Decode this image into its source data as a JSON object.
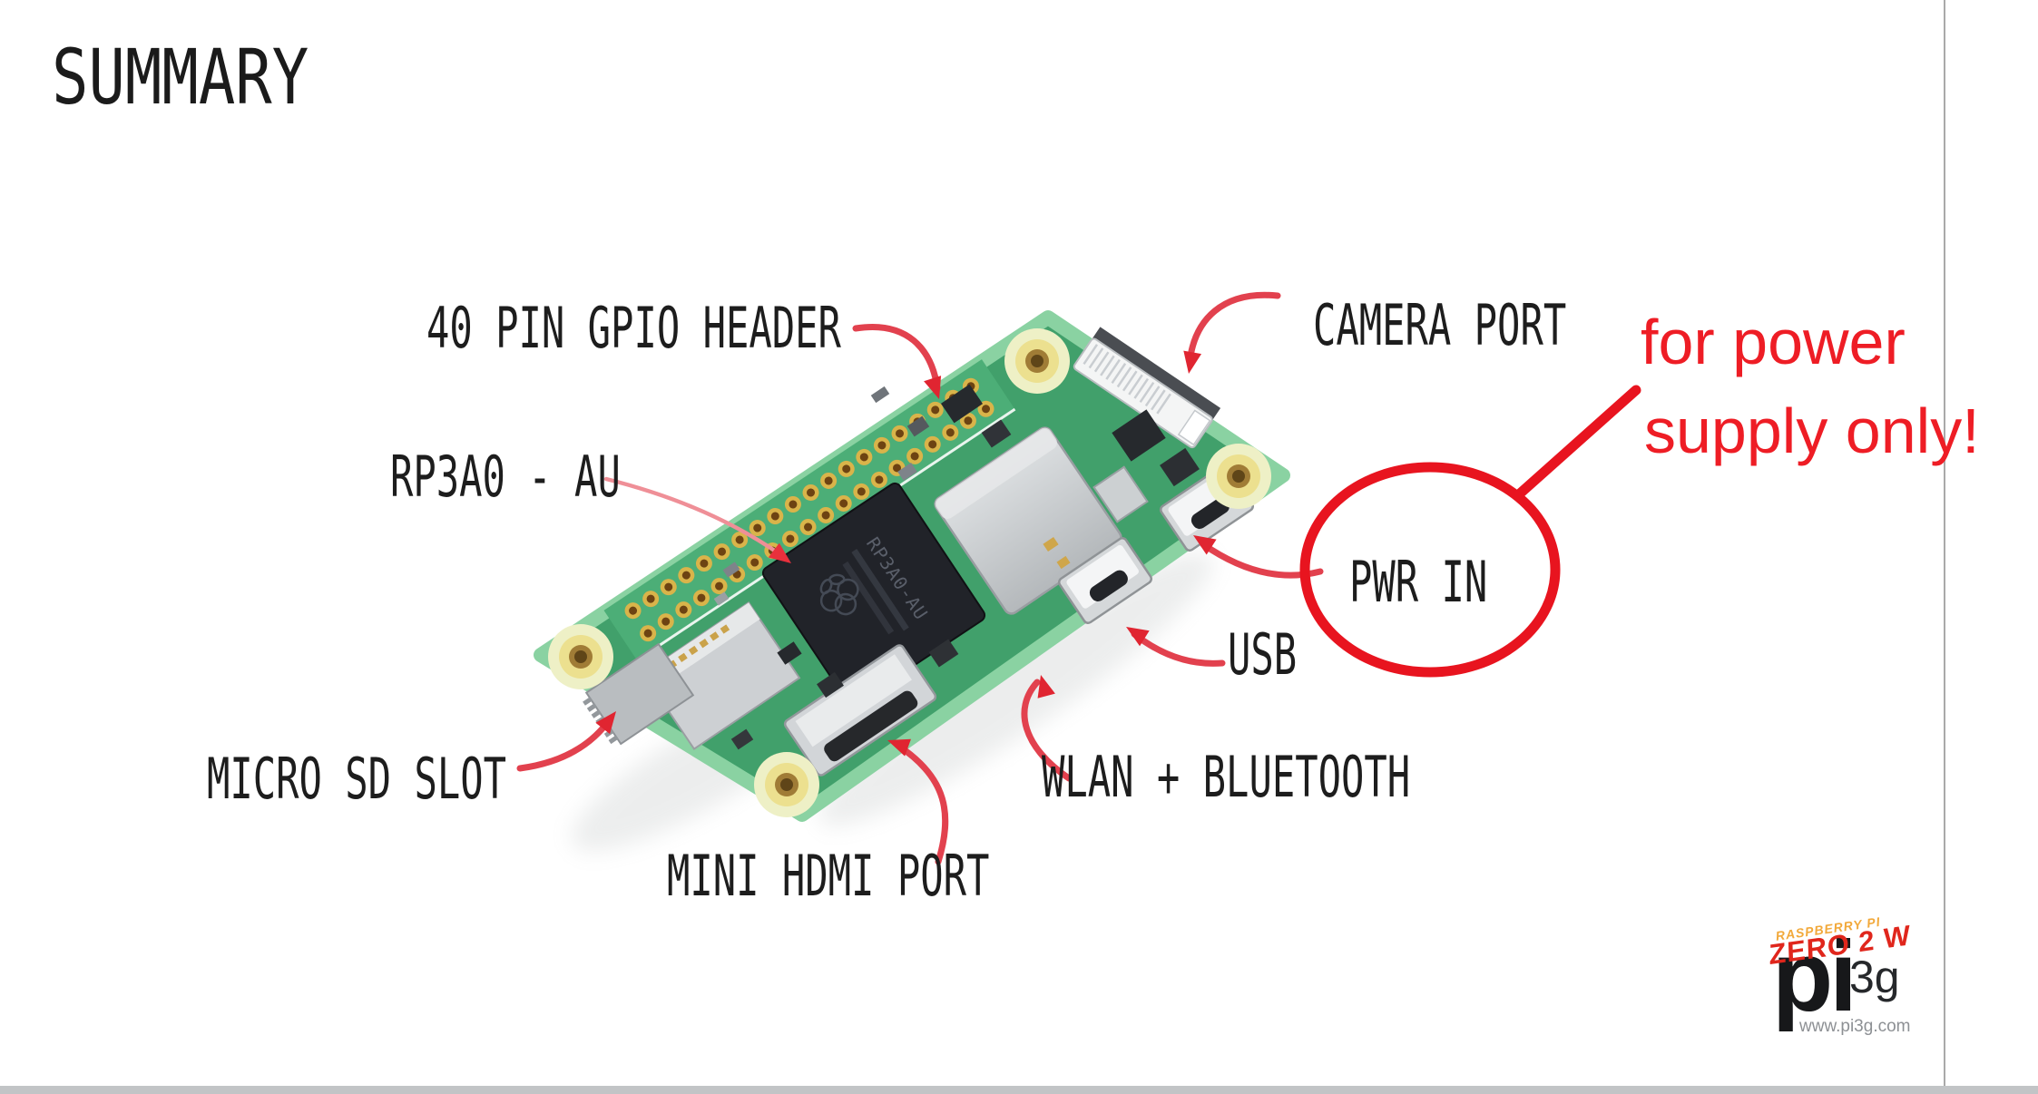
{
  "page": {
    "title": "SUMMARY"
  },
  "diagram": {
    "labels": {
      "gpio_header": "40 PIN GPIO HEADER",
      "chip": "RP3A0 - AU",
      "camera_port": "CAMERA PORT",
      "micro_sd": "MICRO SD SLOT",
      "mini_hdmi": "MINI HDMI PORT",
      "usb": "USB",
      "wlan_bt": "WLAN + BLUETOOTH",
      "pwr_in": "PWR IN"
    },
    "annotation": {
      "line1": "for power",
      "line2": "supply only!"
    },
    "board": {
      "chip_marking": "RP3A0-AU"
    },
    "colors": {
      "annotation_red": "#ee1d25",
      "circle_red": "#e8141f",
      "arrow_red": "#e2414e",
      "pcb_green": "#41a06b",
      "label_black": "#1d1d1d"
    }
  },
  "logo": {
    "wordmark": "pi",
    "superscript": "3g",
    "url": "www.pi3g.com",
    "badge_top": "RASPBERRY PI",
    "badge_bottom": "ZERO 2 W"
  }
}
